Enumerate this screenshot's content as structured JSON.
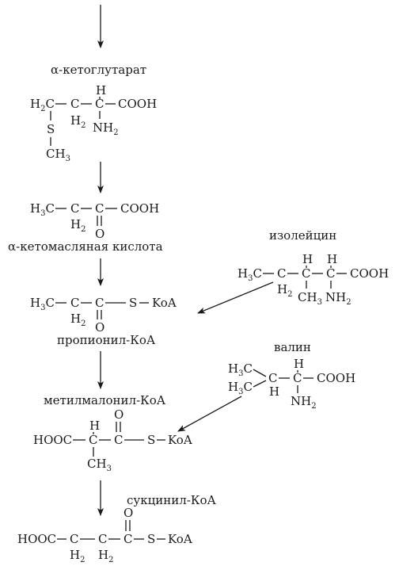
{
  "labels": {
    "alpha_ketoglutarate": "α-кетоглутарат",
    "alpha_ketobutyric": "α-кетомасляная кислота",
    "propionyl_coa": "пропионил-КоА",
    "methylmalonyl_coa": "метилмалонил-КоА",
    "succinyl_coa": "сукцинил-КоА",
    "isoleucine": "изолейцин",
    "valine": "валин"
  },
  "atoms": {
    "h": "H",
    "c": "C",
    "s": "S",
    "o": "O",
    "n": "N",
    "ch": "CH",
    "cooh": "COOH",
    "hooc": "HOOC",
    "koa": "KoA",
    "nh": "NH",
    "sub2": "2",
    "sub3": "3"
  }
}
